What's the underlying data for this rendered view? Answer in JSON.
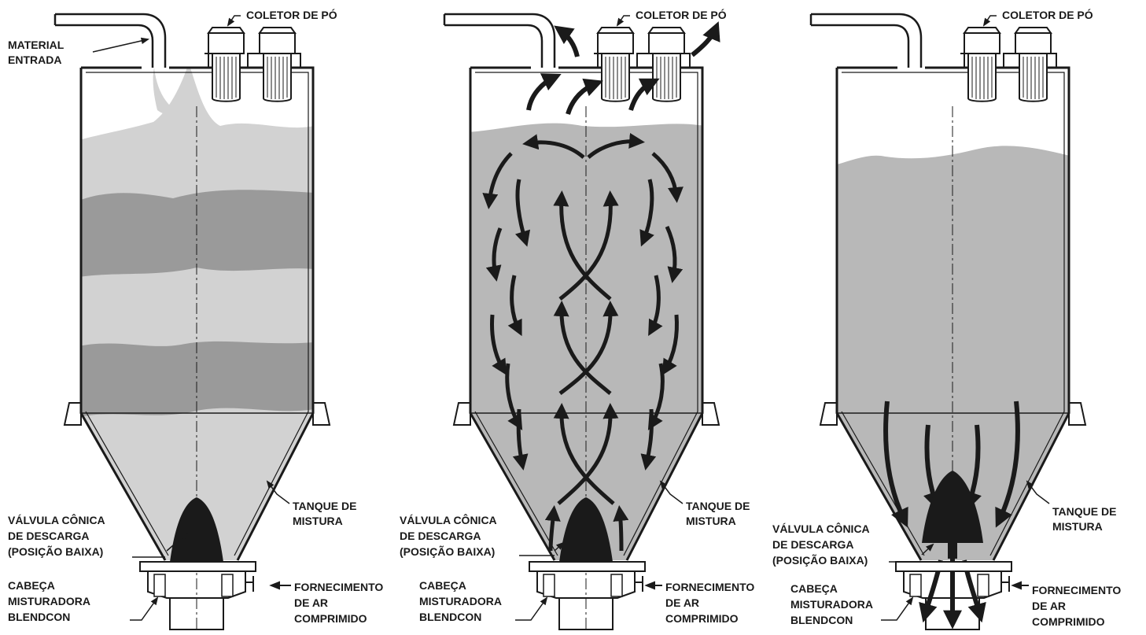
{
  "colors": {
    "wall": "#1a1a1a",
    "material_light": "#d2d2d2",
    "material_dark": "#9a9a9a",
    "material_mixed": "#b8b8b8",
    "cone": "#1a1a1a",
    "arrow": "#1a1a1a"
  },
  "icons": [
    "arrow-icon",
    "cone-valve-icon",
    "filter-cartridge-icon"
  ],
  "panels": [
    {
      "stage": "loading",
      "dust_collector": "COLETOR DE PÓ",
      "material_inlet": [
        "MATERIAL",
        "ENTRADA"
      ],
      "tank": [
        "TANQUE DE",
        "MISTURA"
      ],
      "valve": [
        "VÁLVULA CÔNICA",
        "DE DESCARGA",
        "(POSIÇÃO BAIXA)"
      ],
      "head": [
        "CABEÇA",
        "MISTURADORA",
        "BLENDCON"
      ],
      "air": [
        "FORNECIMENTO",
        "DE AR",
        "COMPRIMIDO"
      ]
    },
    {
      "stage": "blending",
      "dust_collector": "COLETOR DE PÓ",
      "tank": [
        "TANQUE DE",
        "MISTURA"
      ],
      "valve": [
        "VÁLVULA CÔNICA",
        "DE DESCARGA",
        "(POSIÇÃO BAIXA)"
      ],
      "head": [
        "CABEÇA",
        "MISTURADORA",
        "BLENDCON"
      ],
      "air": [
        "FORNECIMENTO",
        "DE AR",
        "COMPRIMIDO"
      ]
    },
    {
      "stage": "discharge",
      "dust_collector": "COLETOR DE PÓ",
      "tank": [
        "TANQUE DE",
        "MISTURA"
      ],
      "valve": [
        "VÁLVULA CÔNICA",
        "DE DESCARGA",
        "(POSIÇÃO BAIXA)"
      ],
      "head": [
        "CABEÇA",
        "MISTURADORA",
        "BLENDCON"
      ],
      "air": [
        "FORNECIMENTO",
        "DE AR",
        "COMPRIMIDO"
      ]
    }
  ]
}
